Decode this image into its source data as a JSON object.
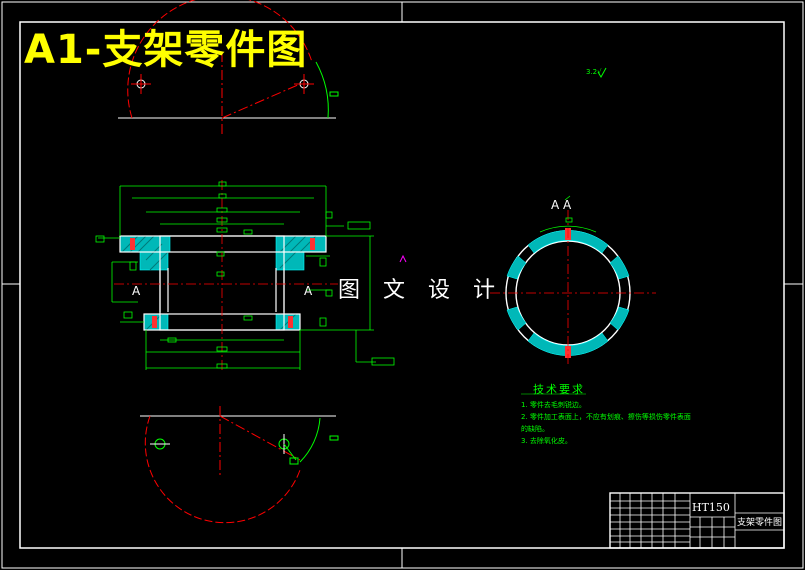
{
  "title": "A1-支架零件图",
  "watermark": "图 文 设 计",
  "section_label_top": "A  A",
  "section_mark_left": "A",
  "section_mark_right": "A",
  "surface_finish_symbol": "3.2√",
  "tech_requirements": {
    "title": "技术要求",
    "notes": [
      "1. 零件去毛刺锐边。",
      "2. 零件加工表面上，不应有划痕、擦伤等损伤零件表面",
      "的缺陷。",
      "3. 去除氧化皮。"
    ]
  },
  "title_block": {
    "material": "HT150",
    "part_name": "支架零件图"
  },
  "colors": {
    "background": "#000000",
    "outline": "#ffffff",
    "centerline": "#ff0000",
    "dimension": "#00ff00",
    "hatch": "#00ffff",
    "title": "#ffff00"
  }
}
